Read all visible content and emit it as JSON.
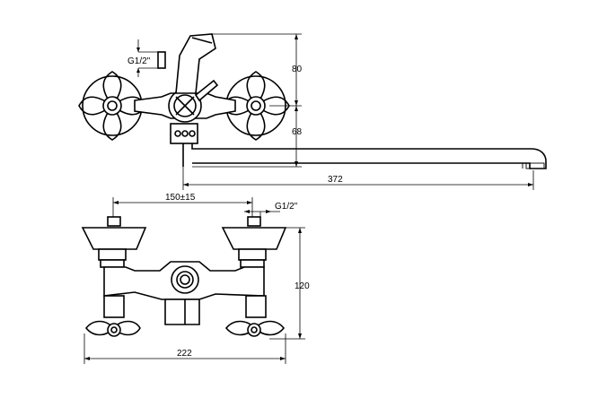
{
  "top_view": {
    "thread_label": "G1/2\"",
    "dim_height_upper": "80",
    "dim_height_lower": "68",
    "dim_spout_length": "372"
  },
  "front_view": {
    "dim_centers": "150±15",
    "thread_label": "G1/2\"",
    "dim_height": "120",
    "dim_width": "222"
  },
  "colors": {
    "line": "#000000",
    "background": "#ffffff"
  }
}
